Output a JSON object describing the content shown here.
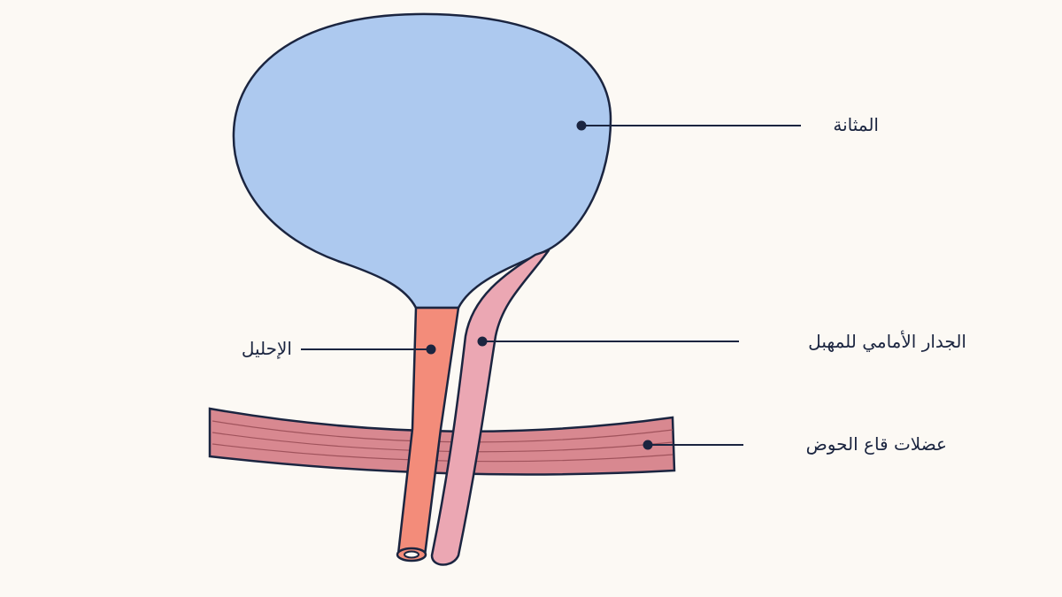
{
  "labels": {
    "bladder": "المثانة",
    "urethra": "الإحليل",
    "anterior_vaginal_wall": "الجدار الأمامي للمهبل",
    "pelvic_floor_muscles": "عضلات قاع الحوض"
  },
  "colors": {
    "background": "#fcf9f4",
    "bladder_fill": "#adc9ef",
    "urethra_fill": "#f38c7a",
    "vaginal_wall_fill": "#eba7b3",
    "muscle_fill": "#d88890",
    "outline": "#1b2540"
  }
}
